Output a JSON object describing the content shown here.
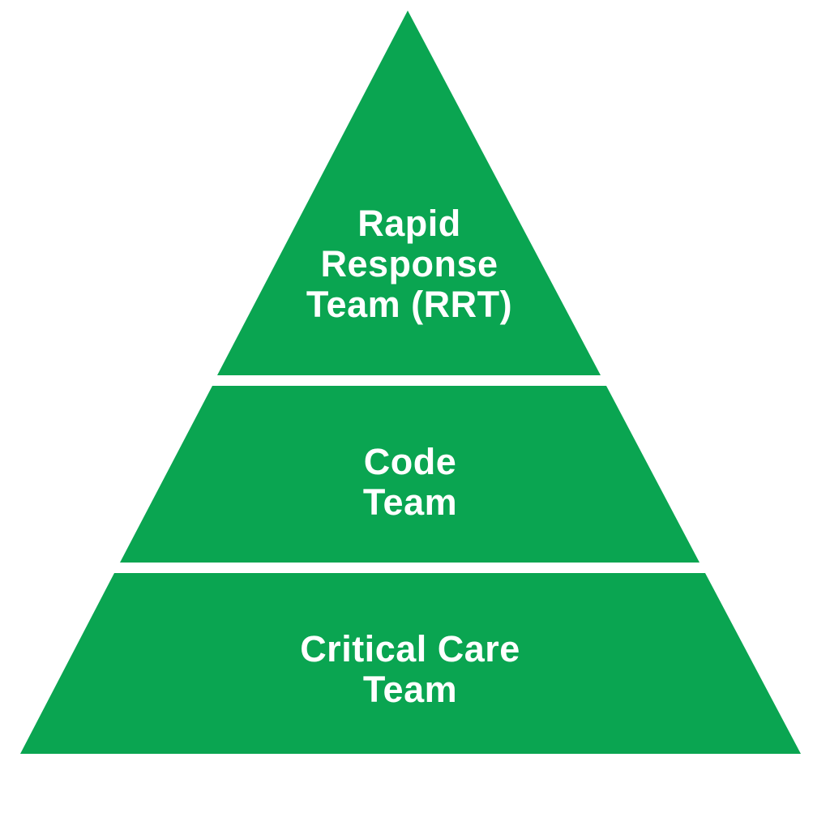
{
  "page": {
    "background_color": "#ffffff"
  },
  "pyramid": {
    "type": "pyramid-diagram",
    "levels": [
      {
        "label": "Rapid Response Team (RRT)",
        "lines": [
          "Rapid",
          "Response",
          "Team (RRT)"
        ]
      },
      {
        "label": "Code Team",
        "lines": [
          "Code",
          "Team"
        ]
      },
      {
        "label": "Critical Care Team",
        "lines": [
          "Critical Care",
          "Team"
        ]
      }
    ],
    "colors": {
      "level_fill": "#0aa551",
      "label_text": "#ffffff"
    }
  }
}
